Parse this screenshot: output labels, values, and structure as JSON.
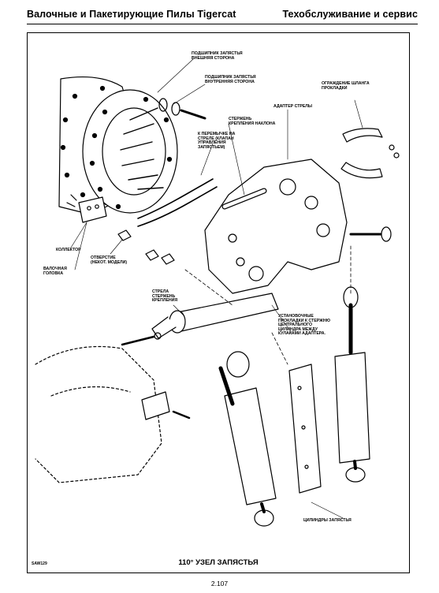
{
  "header": {
    "left_title": "Валочные и Пакетирующие Пилы Tigercat",
    "right_title": "Техобслуживание и сервис"
  },
  "figure": {
    "caption": "110° УЗЕЛ ЗАПЯСТЬЯ",
    "figure_id": "SAW129",
    "labels": {
      "outer_bearing": "ПОДШИПНИК ЗАПЯСТЬЯ\nВНЕШНЯЯ СТОРОНА",
      "inner_bearing": "ПОДШИПНИК ЗАПЯСТЬЯ\nВНУТРЕННЯЯ СТОРОНА",
      "hose_guard": "ОГРАЖДЕНИЕ ШЛАНГА\nПРОКЛАДКИ",
      "boom_adapter": "АДАПТЕР СТРЕЛЫ",
      "tilt_pin": "СТЕРЖЕНЬ\nКРЕПЛЕНИЯ НАКЛОНА",
      "jumper": "К ПЕРЕМЫЧКЕ НА\nСТРЕЛЕ (КЛАПАН\nУПРАВЛЕНИЯ\nЗАПЯСТЬЕМ)",
      "manifold": "КОЛЛЕКТОР",
      "port": "ОТВЕРСТИЕ\n(НЕКОТ. МОДЕЛИ)",
      "felling_head": "ВАЛОЧНАЯ\nГОЛОВКА",
      "boom_pin": "СТРЕЛА\nСТЕРЖЕНЬ\nКРЕПЛЕНИЯ",
      "shims": "УСТАНОВОЧНЫЕ\nПРОКЛАДКИ К СТЕРЖНЮ\nЦЕНТРАЛЬНОГО\nЦИЛИНДРА МЕЖДУ\nКУЛАКАМИ АДАПТЕРА.",
      "wrist_cylinders": "ЦИЛИНДРЫ ЗАПЯСТЬЯ"
    }
  },
  "footer": {
    "page_number": "2.107"
  }
}
